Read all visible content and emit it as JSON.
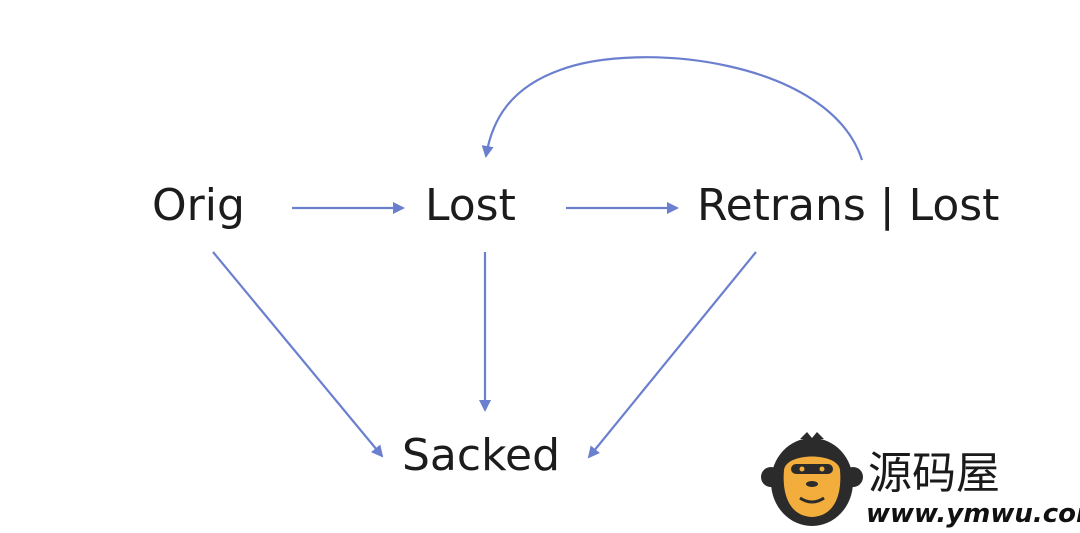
{
  "diagram": {
    "nodes": [
      {
        "id": "orig",
        "label": "Orig"
      },
      {
        "id": "lost",
        "label": "Lost"
      },
      {
        "id": "retrans",
        "label": "Retrans | Lost"
      },
      {
        "id": "sacked",
        "label": "Sacked"
      }
    ],
    "edges": [
      {
        "from": "orig",
        "to": "lost"
      },
      {
        "from": "lost",
        "to": "retrans"
      },
      {
        "from": "retrans",
        "to": "lost"
      },
      {
        "from": "orig",
        "to": "sacked"
      },
      {
        "from": "lost",
        "to": "sacked"
      },
      {
        "from": "retrans",
        "to": "sacked"
      }
    ],
    "edge_color": "#6b7fcf"
  },
  "watermark": {
    "name": "源码屋",
    "url": "www.ymwu.com",
    "logo_colors": {
      "fur": "#2b2b2b",
      "face": "#f2ad3c"
    }
  }
}
